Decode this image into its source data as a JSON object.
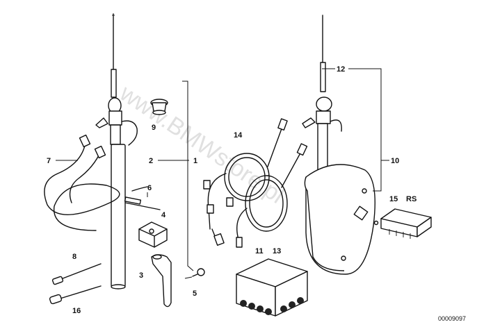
{
  "watermark": "www.BMWstore.pl",
  "drawing_number": "00009097",
  "callouts": {
    "p1": "1",
    "p2": "2",
    "p3": "3",
    "p4": "4",
    "p5": "5",
    "p6": "6",
    "p7": "7",
    "p8": "8",
    "p9": "9",
    "p10": "10",
    "p11": "11",
    "p12": "12",
    "p13": "13",
    "p14": "14",
    "p15": "15",
    "p16": "16",
    "rs": "RS"
  }
}
